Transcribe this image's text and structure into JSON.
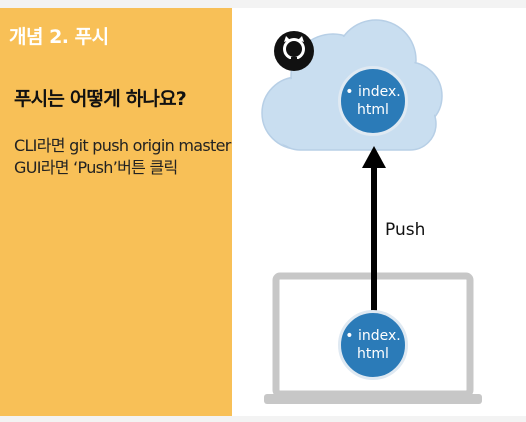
{
  "slide": {
    "title": "개념 2. 푸시",
    "question": "푸시는 어떻게 하나요?",
    "lines": [
      "CLI라면 git push origin master",
      "GUI라면 ‘Push’버튼 클릭"
    ]
  },
  "diagram": {
    "remote_file": {
      "line1": "• index.",
      "line2": "html"
    },
    "local_file": {
      "line1": "• index.",
      "line2": "html"
    },
    "arrow_label": "Push",
    "remote_icon": "github-icon",
    "colors": {
      "left_panel": "#f8c057",
      "cloud_fill": "#c9def0",
      "file_circle": "#2b7bb8",
      "laptop": "#c7c7c7"
    }
  }
}
